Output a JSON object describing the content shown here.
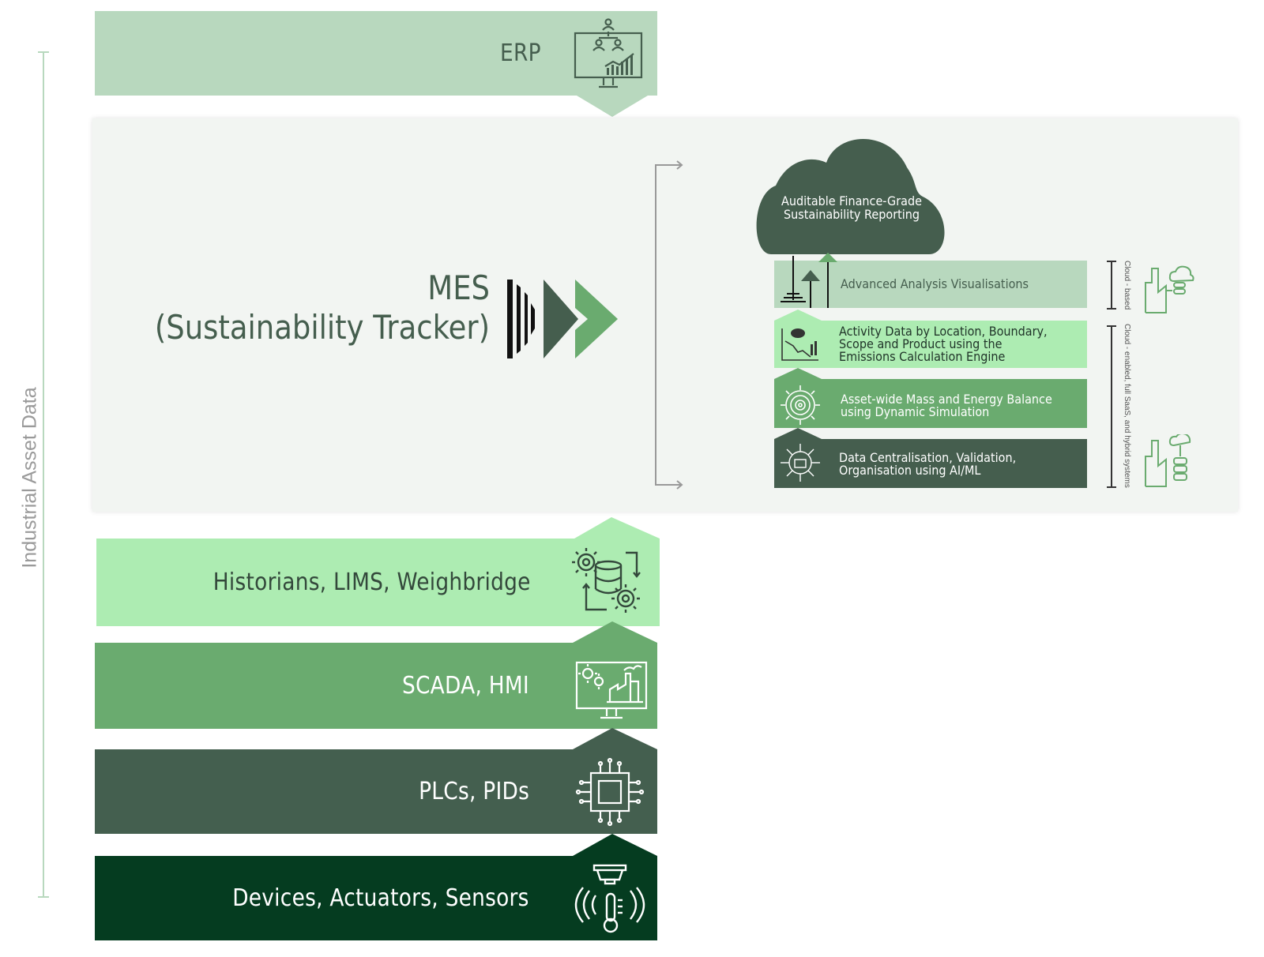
{
  "axis_label": "Industrial Asset Data",
  "colors": {
    "erp": "#b8d8be",
    "historians": "#adecb2",
    "scada": "#6aab6f",
    "plc": "#445f4f",
    "devices": "#053c20",
    "panel": "#f2f5f2",
    "cloud": "#455e4e"
  },
  "bands": [
    {
      "label": "ERP",
      "icon": "monitor-org-chart-icon"
    },
    {
      "label": "Historians, LIMS, Weighbridge",
      "icon": "database-gears-icon"
    },
    {
      "label": "SCADA, HMI",
      "icon": "monitor-factory-icon"
    },
    {
      "label": "PLCs,  PIDs",
      "icon": "microchip-icon"
    },
    {
      "label": "Devices, Actuators, Sensors",
      "icon": "sensor-thermometer-icon"
    }
  ],
  "mes": {
    "line1": "MES",
    "line2": "(Sustainability Tracker)"
  },
  "cloud": {
    "line1": "Auditable Finance-Grade",
    "line2": "Sustainability Reporting"
  },
  "layers": [
    {
      "text": "Advanced Analysis Visualisations"
    },
    {
      "text": "Activity Data by Location, Boundary,\nScope and Product using the\nEmissions Calculation Engine"
    },
    {
      "text": "Asset-wide Mass and Energy Balance\nusing Dynamic Simulation"
    },
    {
      "text": "Data Centralisation, Validation,\nOrganisation using AI/ML"
    }
  ],
  "side_notes": {
    "top": "Cloud - based",
    "bottom": "Cloud - enabled, full SaaS, and hybrid systems"
  }
}
